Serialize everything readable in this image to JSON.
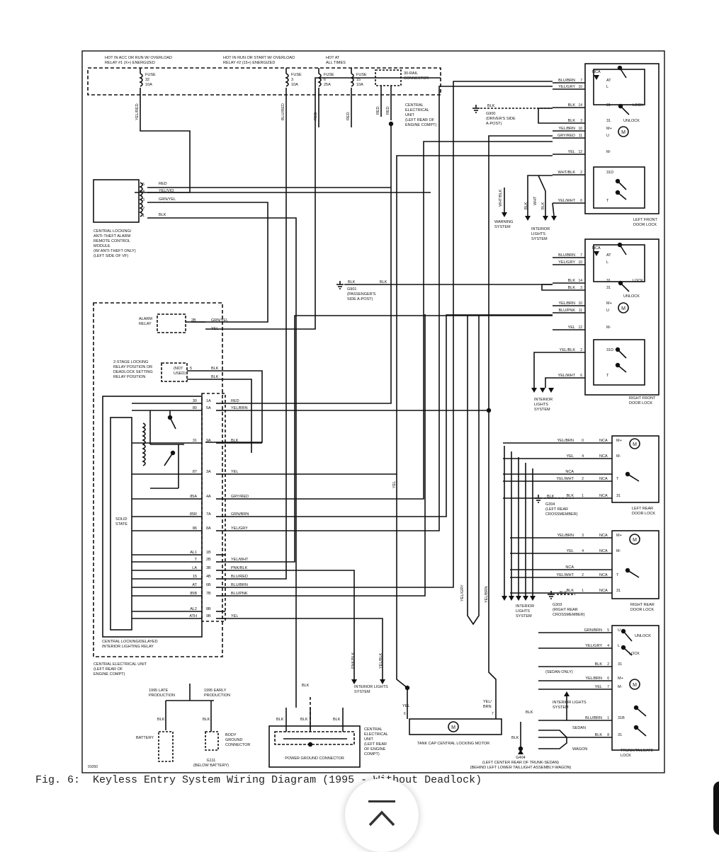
{
  "caption": "Fig. 6:  Keyless Entry System Wiring Diagram (1995 - Without Deadlock)",
  "diagram_id": "91050",
  "header": {
    "relay1": [
      "HOT IN ACC OR RUN W/ OVERLOAD",
      "RELAY #1 (X+) ENERGIZED"
    ],
    "relay2": [
      "HOT IN RUN OR START W/ OVERLOAD",
      "RELAY #2 (15+) ENERGIZED"
    ],
    "hot_at_all": [
      "HOT AT",
      "ALL TIMES"
    ]
  },
  "fuses": [
    {
      "label": [
        "FUSE",
        "32",
        "10A"
      ],
      "wire": "YEL/RED"
    },
    {
      "label": [
        "FUSE",
        "3",
        "10A"
      ],
      "wire": "BLU/RED"
    },
    {
      "label": [
        "FUSE",
        "6",
        "25A"
      ],
      "wire": "RED"
    },
    {
      "label": [
        "FUSE",
        "15",
        "10A"
      ],
      "wire": "RED"
    }
  ],
  "rail_connector": [
    "30-RAIL",
    "CONNECTOR"
  ],
  "ceu_top": [
    "CENTRAL",
    "ELECTRICAL",
    "UNIT",
    "(LEFT REAR OF",
    "ENGINE COMPT)"
  ],
  "alarm_module": {
    "pins": [
      {
        "pin": "5",
        "wire": "RED"
      },
      {
        "pin": "4",
        "wire": "YEL/VIO"
      },
      {
        "pin": "3",
        "wire": "GRN/YEL"
      },
      {
        "pin": "2",
        "wire": ""
      },
      {
        "pin": "1",
        "wire": "BLK"
      }
    ],
    "label": [
      "CENTRAL LOCKING/",
      "ANTI-THEFT ALARM",
      "REMOTE CONTROL",
      "MODULE",
      "(W/ ANTI-THEFT ONLY)",
      "(LEFT SIDE OF VF)"
    ]
  },
  "alarm_relay": {
    "label": [
      "ALARM",
      "RELAY"
    ],
    "pin": "2B",
    "wires": [
      "GRN/YEL",
      "YEL"
    ]
  },
  "two_stage": {
    "label": [
      "2-STAGE LOCKING",
      "RELAY POSITION OR",
      "DEADLOCK SETTING",
      "RELAY POSITION"
    ],
    "note": [
      "(NOT",
      "USED)"
    ],
    "pin": "5",
    "wires": [
      "BLK",
      "BLK"
    ]
  },
  "relay_pins": [
    {
      "term": "30",
      "pin": "1A",
      "wire": "RED"
    },
    {
      "term": "80",
      "pin": "5A",
      "wire": "YEL/BRN"
    },
    {
      "term": "31",
      "pin": "9A",
      "wire": "BLK"
    },
    {
      "term": "87",
      "pin": "3A",
      "wire": "YEL"
    },
    {
      "term": "85A",
      "pin": "4A",
      "wire": "GRY/RED"
    },
    {
      "term": "85R",
      "pin": "7A",
      "wire": "GRN/BRN"
    },
    {
      "term": "86",
      "pin": "8A",
      "wire": "YEL/GRY"
    },
    {
      "term": "AL1",
      "pin": "1B",
      "wire": ""
    },
    {
      "term": "T",
      "pin": "2B",
      "wire": "YEL/WHT"
    },
    {
      "term": "LA",
      "pin": "3B",
      "wire": "PNK/BLK"
    },
    {
      "term": "15",
      "pin": "4B",
      "wire": "BLU/RED"
    },
    {
      "term": "AT",
      "pin": "6B",
      "wire": "BLU/BRN"
    },
    {
      "term": "85B",
      "pin": "7B",
      "wire": "BLU/PNK"
    },
    {
      "term": "AL2",
      "pin": "8B",
      "wire": ""
    },
    {
      "term": "ATH",
      "pin": "9B",
      "wire": "YEL"
    }
  ],
  "solid_state": [
    "SOLID",
    "STATE"
  ],
  "relay_label": [
    "CENTRAL LOCKING/DELAYED",
    "INTERIOR LIGHTING RELAY"
  ],
  "ceu_label": [
    "CENTRAL ELECTRICAL UNIT",
    "(LEFT REAR OF",
    "ENGINE COMPT)"
  ],
  "left_front": {
    "wires": [
      {
        "wire": "BLU/BRN",
        "pin": "7",
        "term": "AT"
      },
      {
        "wire": "YEL/GRY",
        "pin": "10",
        "term": "L"
      },
      {
        "wire": "BLK",
        "pin": "14",
        "term": "31"
      },
      {
        "wire": "BLK",
        "pin": "3",
        "term": "31"
      },
      {
        "wire": "YEL/BRN",
        "pin": "10",
        "term": "M+"
      },
      {
        "wire": "GRY/RED",
        "pin": "11",
        "term": "U"
      },
      {
        "wire": "YEL",
        "pin": "12",
        "term": "M-"
      },
      {
        "wire": "WHT/BLK",
        "pin": "2",
        "term": "31D"
      },
      {
        "wire": "YEL/WHT",
        "pin": "6",
        "term": "T"
      }
    ],
    "nca": "NCA",
    "lock": "LOCK",
    "unlock": "UNLOCK",
    "ground": {
      "wire": "BLK",
      "label": [
        "G900",
        "(DRIVER'S SIDE",
        "A-POST)"
      ]
    },
    "branch": [
      "WHT/BLK",
      "BLK",
      "WHT",
      "BLK"
    ],
    "warning": [
      "WARNING",
      "SYSTEM"
    ],
    "interior": [
      "INTERIOR",
      "LIGHTS",
      "SYSTEM"
    ],
    "label": [
      "LEFT FRONT",
      "DOOR LOCK"
    ]
  },
  "right_front": {
    "wires": [
      {
        "wire": "BLU/BRN",
        "pin": "7",
        "term": "AT"
      },
      {
        "wire": "YEL/GRY",
        "pin": "10",
        "term": "L"
      },
      {
        "wire": "BLK",
        "pin": "14",
        "term": "31"
      },
      {
        "wire": "BLK",
        "pin": "3",
        "term": "31"
      },
      {
        "wire": "YEL/BRN",
        "pin": "10",
        "term": "M+"
      },
      {
        "wire": "BLU/PNK",
        "pin": "11",
        "term": "U"
      },
      {
        "wire": "YEL",
        "pin": "12",
        "term": "M-"
      },
      {
        "wire": "YEL/BLK",
        "pin": "2",
        "term": "31D"
      },
      {
        "wire": "YEL/WHT",
        "pin": "6",
        "term": "T"
      }
    ],
    "ground": {
      "wires": [
        "BLK",
        "BLK"
      ],
      "label": [
        "G901",
        "(PASSENGER'S",
        "SIDE A-POST)"
      ]
    },
    "nca": "NCA",
    "lock": "LOCK",
    "unlock": "UNLOCK",
    "interior": [
      "INTERIOR",
      "LIGHTS",
      "SYSTEM"
    ],
    "label": [
      "RIGHT FRONT",
      "DOOR LOCK"
    ]
  },
  "left_rear": {
    "wires": [
      {
        "wire": "YEL/BRN",
        "pin": "0",
        "term": "M+"
      },
      {
        "wire": "YEL",
        "pin": "4",
        "term": "M-"
      },
      {
        "wire": "NCA",
        "pin": "",
        "term": ""
      },
      {
        "wire": "YEL/WHT",
        "pin": "2",
        "term": "T"
      },
      {
        "wire": "BLK",
        "pin": "1",
        "term": "31"
      }
    ],
    "nca": "NCA",
    "ground": {
      "wire": "BLK",
      "label": [
        "G304",
        "(LEFT REAR",
        "CROSSMEMBER)"
      ]
    },
    "label": [
      "LEFT REAR",
      "DOOR LOCK"
    ]
  },
  "right_rear": {
    "wires": [
      {
        "wire": "YEL/BRN",
        "pin": "3",
        "term": "M+"
      },
      {
        "wire": "YEL",
        "pin": "4",
        "term": "M-"
      },
      {
        "wire": "NCA",
        "pin": "",
        "term": ""
      },
      {
        "wire": "YEL/WHT",
        "pin": "2",
        "term": "T"
      },
      {
        "wire": "BLK",
        "pin": "1",
        "term": "31"
      }
    ],
    "nca": "NCA",
    "ground": {
      "wire": "BLK",
      "label": [
        "G303",
        "(RIGHT REAR",
        "CROSSMEMBER)"
      ]
    },
    "interior": [
      "INTERIOR",
      "LIGHTS",
      "SYSTEM"
    ],
    "label": [
      "RIGHT REAR",
      "DOOR LOCK"
    ]
  },
  "trunk": {
    "wires": [
      {
        "wire": "GRN/BRN",
        "pin": "5",
        "term": "U"
      },
      {
        "wire": "YEL/GRY",
        "pin": "4",
        "term": "L"
      },
      {
        "wire": "BLK",
        "pin": "2",
        "term": "31"
      },
      {
        "wire": "YEL/BRN",
        "pin": "6",
        "term": "M+"
      },
      {
        "wire": "YEL",
        "pin": "7",
        "term": "M-"
      },
      {
        "wire": "BLU/BRN",
        "pin": "1",
        "term": "31B"
      },
      {
        "wire": "BLK",
        "pin": "8",
        "term": "31"
      }
    ],
    "unlock": "UNLOCK",
    "lock": "LOCK",
    "sedan_only": "(SEDAN ONLY)",
    "sedan": "SEDAN",
    "wagon": "WAGON",
    "interior": [
      "INTERIOR LIGHTS",
      "SYSTEM"
    ],
    "label": [
      "TRUNK/TAILGATE",
      "LOCK"
    ]
  },
  "tank_motor": {
    "wires": [
      "YEL",
      "YEL/BRN"
    ],
    "pins": [
      "6",
      "7"
    ],
    "label": "TANK CAP CENTRAL LOCKING MOTOR"
  },
  "mid_wires": [
    "YEL",
    "YEL/GRY",
    "YEL/BRN"
  ],
  "g404": {
    "wires": [
      "BLK",
      "BLK"
    ],
    "label": [
      "G404",
      "(LEFT CENTER REAR OF TRUNK-SEDAN)",
      "(BEHIND LEFT LOWER TAILLIGHT ASSEMBLY-WAGON)"
    ]
  },
  "interior_mid": {
    "wires": [
      "PNK/BLK",
      "YEL/BLK"
    ],
    "label": [
      "INTERIOR LIGHTS",
      "SYSTEM"
    ]
  },
  "battery": {
    "label": "BATTERY",
    "wire": "BLK",
    "note": [
      "1995 LATE",
      "PRODUCTION"
    ]
  },
  "body_ground": {
    "label": [
      "BODY",
      "GROUND",
      "CONNECTOR"
    ],
    "id": [
      "G111",
      "(BELOW BATTERY)"
    ],
    "wire": "BLK",
    "note": [
      "1995 EARLY",
      "PRODUCTION"
    ]
  },
  "power_ground": {
    "label": "POWER GROUND CONNECTOR",
    "wires": [
      "BLK",
      "BLK",
      "BLK",
      "BLK",
      "BLK"
    ]
  },
  "ceu_bottom": [
    "CENTRAL",
    "ELECTRICAL",
    "UNIT",
    "(LEFT REAR",
    "OF ENGINE",
    "COMPT)"
  ],
  "colors": {
    "ink": "#111111",
    "background": "#ffffff",
    "caption": "#222222"
  }
}
